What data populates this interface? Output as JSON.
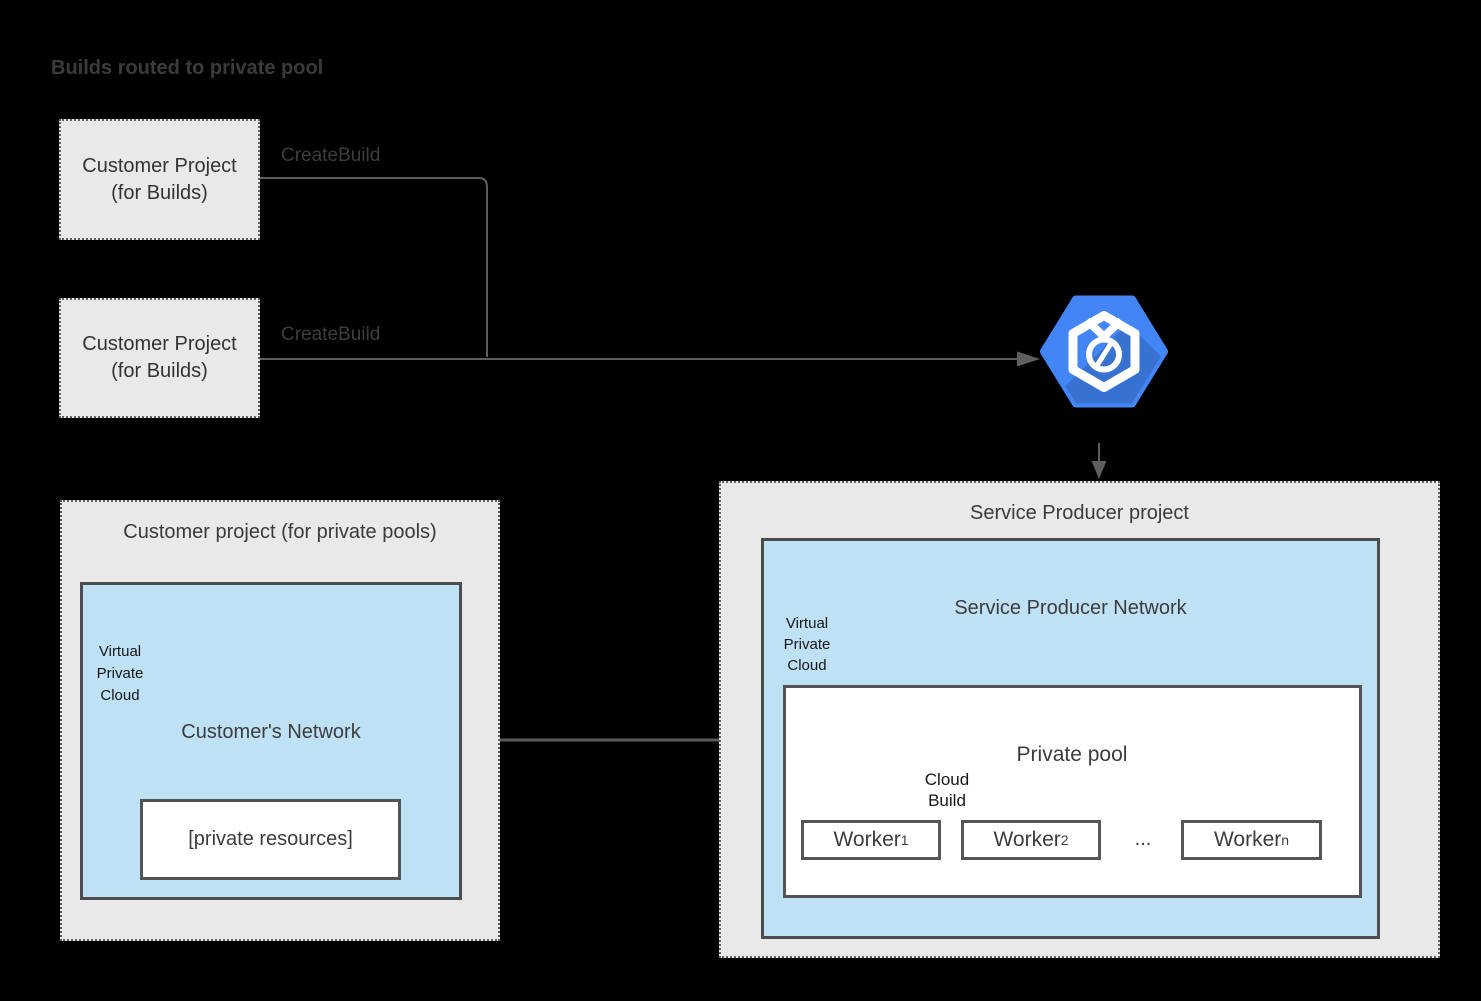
{
  "title": "Builds routed to private pool",
  "build_projects": [
    {
      "line1": "Customer Project",
      "line2": "(for Builds)"
    },
    {
      "line1": "Customer Project",
      "line2": "(for Builds)"
    }
  ],
  "labels": {
    "create_build_1": "CreateBuild",
    "create_build_2": "CreateBuild",
    "ellipsis": "..."
  },
  "vpc_caption": {
    "line1": "Virtual",
    "line2": "Private",
    "line3": "Cloud"
  },
  "cloud_build_caption": {
    "line1": "Cloud",
    "line2": "Build"
  },
  "customer_pool_project": {
    "title": "Customer project (for private pools)",
    "network_title": "Customer's Network",
    "private_resources": "[private resources]"
  },
  "service_producer_project": {
    "title": "Service Producer project",
    "network_title": "Service Producer Network",
    "private_pool": "Private pool",
    "workers": [
      {
        "name": "Worker",
        "sub": "1"
      },
      {
        "name": "Worker",
        "sub": "2"
      },
      {
        "name": "Worker",
        "sub": "n"
      }
    ]
  },
  "icons": {
    "cloud_build_large": "cloud-build-icon",
    "cloud_build_small": "cloud-build-icon",
    "vpc_left": "virtual-private-cloud-icon",
    "vpc_right": "virtual-private-cloud-icon"
  },
  "colors": {
    "canvas_bg": "#000000",
    "project_fill": "#e9e9e9",
    "network_fill": "#bfe1f5",
    "network_border": "#4d4d4d",
    "connector_gray": "#5e5e5e",
    "icon_blue": "#4285f4",
    "text_dark": "#3c3c3c"
  }
}
